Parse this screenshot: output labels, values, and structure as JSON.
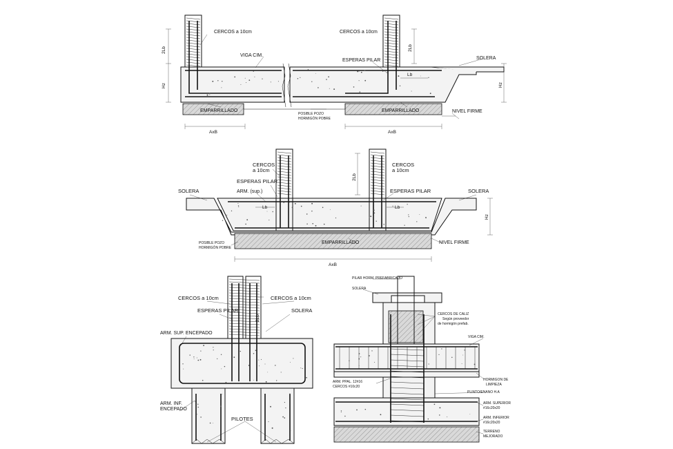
{
  "top_detail": {
    "cercos_left": "CERCOS a 10cm",
    "cercos_right": "CERCOS a 10cm",
    "viga_cim": "VIGA CIM.",
    "esperas_pilar": "ESPERAS PILAR",
    "solera": "SOLERA",
    "lb": "Lb",
    "two_lb_left": "2Lb",
    "two_lb_right": "2Lb",
    "hz_left": "Hz",
    "hz_right": "Hz",
    "emparrillado_left": "EMPARRILLADO",
    "emparrillado_right": "EMPARRILLADO",
    "posible_pozo": "POSIBLE POZO",
    "hormigon_pobre": "HORMIGÓN POBRE",
    "nivel_firme": "NIVEL FIRME",
    "axb_left": "AxB",
    "axb_right": "AxB"
  },
  "middle_detail": {
    "cercos_left": "CERCOS",
    "cercos_left_2": "a 10cm",
    "cercos_right": "CERCOS",
    "cercos_right_2": "a 10cm",
    "esperas_pilar_left": "ESPERAS PILAR",
    "esperas_pilar_right": "ESPERAS PILAR",
    "arm_sup": "ARM. (sup.)",
    "solera_left": "SOLERA",
    "solera_right": "SOLERA",
    "lb_left": "Lb",
    "lb_right": "Lb",
    "two_lb": "2Lb",
    "hz": "Hz",
    "emparrillado": "EMPARRILLADO",
    "posible_pozo": "POSIBLE POZO",
    "hormigon_pobre": "HORMIGÓN POBRE",
    "nivel_firme": "NIVEL FIRME",
    "axb": "AxB"
  },
  "pile_cap_detail": {
    "cercos_left": "CERCOS a 10cm",
    "cercos_right": "CERCOS a 10cm",
    "esperas_pilar": "ESPERAS PILAR",
    "solera": "SOLERA",
    "two_lb": "2Lb",
    "arm_sup_encepado": "ARM. SUP. ENCEPADO",
    "arm_inf": "ARM. INF.",
    "encepado": "ENCEPADO",
    "pilotes": "PILOTES"
  },
  "precast_detail": {
    "pilar_horm": "PILAR HORM. PREFABRICADO",
    "solera": "SOLERA",
    "cercos_caliz": "CERCOS DE CALIZ",
    "segun_proveedor": "Según proveedor",
    "de_hormigon": "de hormigón prefab.",
    "viga_cim": "VIGA CIM.",
    "hormigon_de": "HORMIGON DE",
    "limpieza": "LIMPIEZA",
    "arm_ppal": "ARM. PPAL. 12#16",
    "cercos_10": "CERCOS #10c20",
    "plinto": "PLINTO/ENANO H.A",
    "arm_superior": "ARM. SUPERIOR",
    "arm_superior_val": "#16c20x20",
    "arm_inferior": "ARM. INFERIOR",
    "arm_inferior_val": "#16c20x20",
    "terreno": "TERRENO",
    "mejorado": "MEJORADO"
  }
}
